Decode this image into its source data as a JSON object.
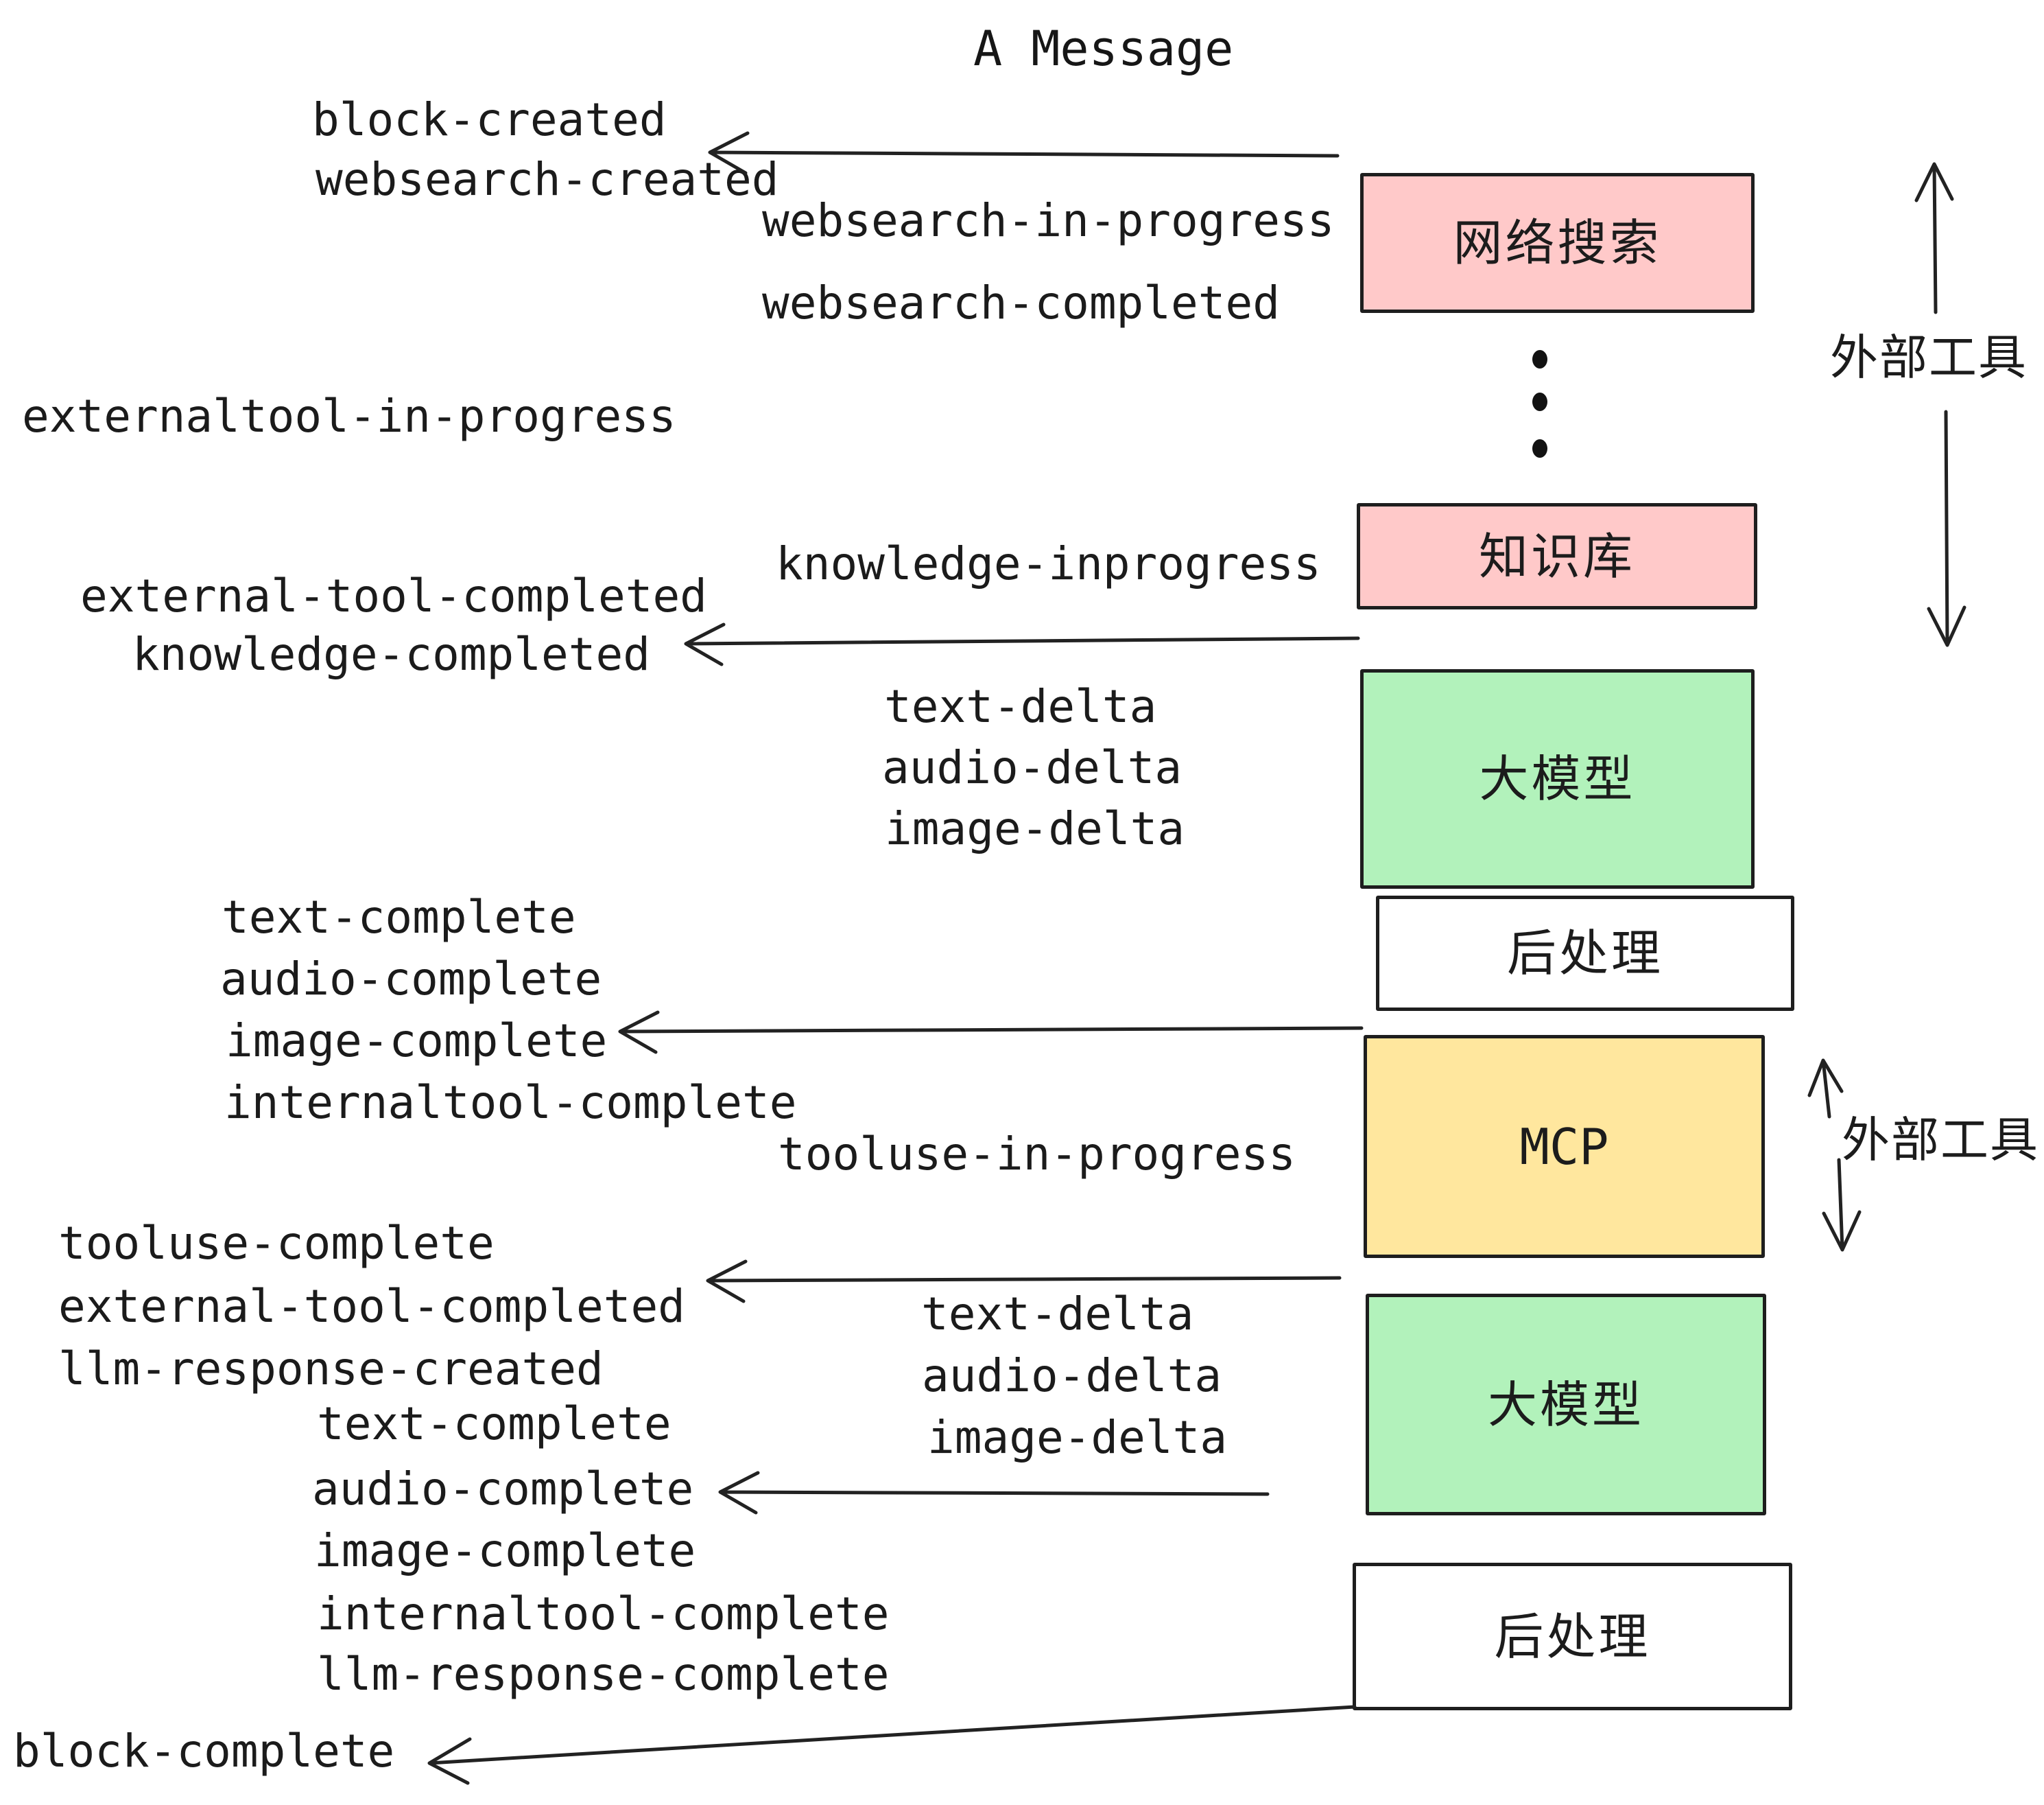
{
  "title": "A Message",
  "colors": {
    "pink": "#ffc9c9",
    "green": "#b2f2bb",
    "yellow": "#ffe79e",
    "white": "#ffffff",
    "ink": "#1e1e1e"
  },
  "boxes": {
    "websearch": "网络搜索",
    "knowledge": "知识库",
    "llm_top": "大模型",
    "postprocess_top": "后处理",
    "mcp": "MCP",
    "llm_bottom": "大模型",
    "postprocess_bottom": "后处理"
  },
  "side_labels": {
    "external_tools_top": "外部工具",
    "external_tools_bottom": "外部工具"
  },
  "events": {
    "block_created": "block-created",
    "websearch_created": "websearch-created",
    "websearch_in_progress": "websearch-in-progress",
    "websearch_completed": "websearch-completed",
    "externaltool_in_progress": "externaltool-in-progress",
    "knowledge_inprogress": "knowledge-inprogress",
    "external_tool_completed_top": "external-tool-completed",
    "knowledge_completed": "knowledge-completed",
    "text_delta_top": "text-delta",
    "audio_delta_top": "audio-delta",
    "image_delta_top": "image-delta",
    "text_complete_top": "text-complete",
    "audio_complete_top": "audio-complete",
    "image_complete_top": "image-complete",
    "internaltool_complete_top": "internaltool-complete",
    "tooluse_in_progress": "tooluse-in-progress",
    "tooluse_complete": "tooluse-complete",
    "external_tool_completed_bottom": "external-tool-completed",
    "llm_response_created": "llm-response-created",
    "text_delta_bottom": "text-delta",
    "audio_delta_bottom": "audio-delta",
    "image_delta_bottom": "image-delta",
    "text_complete_bottom": "text-complete",
    "audio_complete_bottom": "audio-complete",
    "image_complete_bottom": "image-complete",
    "internaltool_complete_bottom": "internaltool-complete",
    "llm_response_complete": "llm-response-complete",
    "block_complete": "block-complete"
  }
}
